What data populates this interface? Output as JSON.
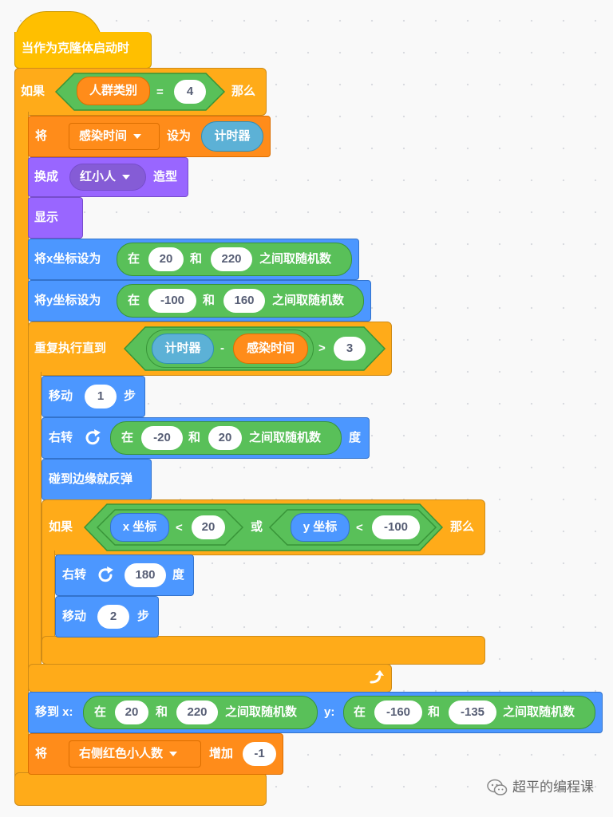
{
  "hat": {
    "label": "当作为克隆体启动时"
  },
  "if_outer": {
    "if_label": "如果",
    "then_label": "那么",
    "var": "人群类别",
    "op": "=",
    "value": "4"
  },
  "set_var": {
    "label": "将",
    "var": "感染时间",
    "to_label": "设为",
    "reporter": "计时器"
  },
  "switch_costume": {
    "label": "换成",
    "costume": "红小人",
    "suffix": "造型"
  },
  "show": {
    "label": "显示"
  },
  "set_x": {
    "label": "将x坐标设为",
    "in": "在",
    "a": "20",
    "and": "和",
    "b": "220",
    "rand": "之间取随机数"
  },
  "set_y": {
    "label": "将y坐标设为",
    "in": "在",
    "a": "-100",
    "and": "和",
    "b": "160",
    "rand": "之间取随机数"
  },
  "repeat_until": {
    "label": "重复执行直到",
    "timer": "计时器",
    "minus": "-",
    "var": "感染时间",
    "gt": ">",
    "value": "3"
  },
  "move1": {
    "label": "移动",
    "value": "1",
    "suffix": "步"
  },
  "turn1": {
    "label": "右转",
    "in": "在",
    "a": "-20",
    "and": "和",
    "b": "20",
    "rand": "之间取随机数",
    "suffix": "度"
  },
  "bounce": {
    "label": "碰到边缘就反弹"
  },
  "if_inner": {
    "if_label": "如果",
    "then_label": "那么",
    "x_reporter": "x 坐标",
    "lt1": "<",
    "v1": "20",
    "or": "或",
    "y_reporter": "y 坐标",
    "lt2": "<",
    "v2": "-100"
  },
  "turn2": {
    "label": "右转",
    "value": "180",
    "suffix": "度"
  },
  "move2": {
    "label": "移动",
    "value": "2",
    "suffix": "步"
  },
  "goto": {
    "label": "移到 x:",
    "in1": "在",
    "a1": "20",
    "and1": "和",
    "b1": "220",
    "rand1": "之间取随机数",
    "y_label": "y:",
    "in2": "在",
    "a2": "-160",
    "and2": "和",
    "b2": "-135",
    "rand2": "之间取随机数"
  },
  "change_var": {
    "label": "将",
    "var": "右侧红色小人数",
    "inc_label": "增加",
    "value": "-1"
  },
  "watermark": {
    "text": "超平的编程课"
  },
  "colors": {
    "events": "#ffbf00",
    "control": "#ffab19",
    "variables": "#ff8c1a",
    "motion": "#4c97ff",
    "looks": "#9966ff",
    "operators": "#59c059",
    "sensing": "#5cb1d6"
  }
}
